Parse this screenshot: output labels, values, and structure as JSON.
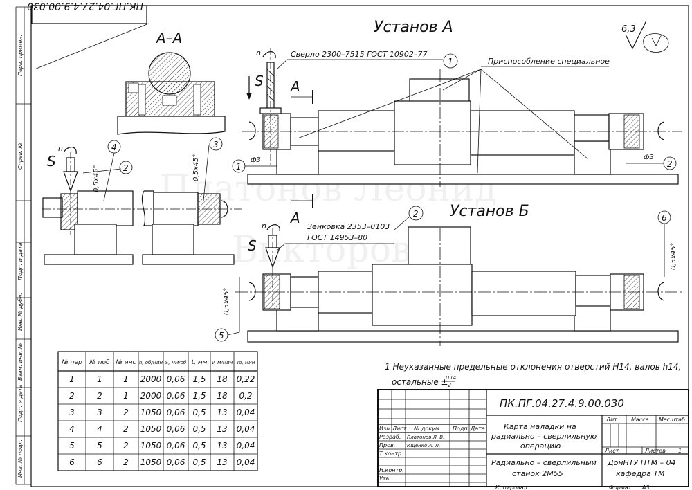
{
  "header": {
    "code_rotated": "ПК.ПГ.04.27.4.9.00.030"
  },
  "side_labels": [
    "Перв. примен.",
    "Справ. №",
    "Подп. и дата",
    "Инв. № дубл.",
    "Взам. инв. №",
    "Подп. и дата",
    "Инв. № подл."
  ],
  "views": {
    "section_label": "А–А",
    "setup_a": "Установ А",
    "setup_b": "Установ Б",
    "roughness": "6,3",
    "tool_a": "Сверло 2300–7515 ГОСТ 10902–77",
    "fixture": "Приспособление специальное",
    "tool_b_line1": "Зенковка 2353–0103",
    "tool_b_line2": "ГОСТ 14953–80",
    "section_mark": "А",
    "feed_s": "S",
    "rot_n": "n",
    "dia3": "ф3",
    "chamfer": "0,5х45°",
    "callouts": [
      "1",
      "2",
      "3",
      "4",
      "5",
      "6"
    ]
  },
  "note": {
    "line1": "1 Неуказанные предельные отклонения отверстий Н14, валов h14,",
    "line2": "остальные ±",
    "frac_top": "IT14",
    "frac_bottom": "2"
  },
  "ops_table": {
    "headers": [
      "№ пер",
      "№ поб",
      "№ инс",
      "n, об/мин",
      "S, мм/об",
      "t, мм",
      "V, м/мин",
      "To, мин"
    ],
    "rows": [
      [
        "1",
        "1",
        "1",
        "2000",
        "0,06",
        "1,5",
        "18",
        "0,22"
      ],
      [
        "2",
        "2",
        "1",
        "2000",
        "0,06",
        "1,5",
        "18",
        "0,2"
      ],
      [
        "3",
        "3",
        "2",
        "1050",
        "0,06",
        "0,5",
        "13",
        "0,04"
      ],
      [
        "4",
        "4",
        "2",
        "1050",
        "0,06",
        "0,5",
        "13",
        "0,04"
      ],
      [
        "5",
        "5",
        "2",
        "1050",
        "0,06",
        "0,5",
        "13",
        "0,04"
      ],
      [
        "6",
        "6",
        "2",
        "1050",
        "0,06",
        "0,5",
        "13",
        "0,04"
      ]
    ]
  },
  "title_block": {
    "doc_code": "ПК.ПГ.04.27.4.9.00.030",
    "title_line1": "Карта наладки на",
    "title_line2": "радиально – сверлильную",
    "title_line3": "операцию",
    "machine_line1": "Радиально – сверлильный",
    "machine_line2": "станок 2М55",
    "org_line1": "ДонНТУ ПТМ – 04",
    "org_line2": "кафедра ТМ",
    "col_izm": "Изм.",
    "col_list": "Лист",
    "col_ndoc": "№ докум.",
    "col_podp": "Подп.",
    "col_data": "Дата",
    "lit": "Лит.",
    "massa": "Масса",
    "masshtab": "Масштаб",
    "list_label": "Лист",
    "listov_label": "Листов",
    "listov_value": "1",
    "razrab": "Разраб.",
    "razrab_name": "Платонов Л. В.",
    "prov": "Пров.",
    "prov_name": "Ищенко А. Л.",
    "tkontr": "Т.контр.",
    "nkontr": "Н.контр.",
    "utv": "Утв.",
    "kopiroval": "Копировал",
    "format_label": "Формат",
    "format_value": "А3"
  },
  "watermark": {
    "line1": "Платонов Леонид",
    "line2": "Викторович"
  }
}
